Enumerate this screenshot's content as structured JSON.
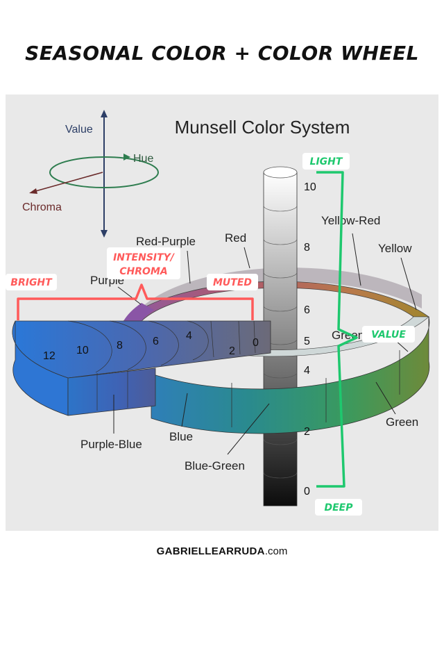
{
  "title": "SEASONAL COLOR + COLOR WHEEL",
  "diagram": {
    "heading": "Munsell Color System",
    "axis_legend": {
      "value": "Value",
      "hue": "Hue",
      "chroma": "Chroma"
    },
    "hues": [
      "Red-Purple",
      "Red",
      "Yellow-Red",
      "Yellow",
      "Purple",
      "Purple-Blue",
      "Blue",
      "Blue-Green",
      "Green",
      "Green-Yellow"
    ],
    "chroma_steps": [
      "12",
      "10",
      "8",
      "6",
      "4",
      "2",
      "0"
    ],
    "value_steps": [
      "10",
      "8",
      "6",
      "5",
      "4",
      "2",
      "0"
    ],
    "overlays": {
      "bright": "BRIGHT",
      "intensity_line1": "INTENSITY/",
      "intensity_line2": "CHROMA",
      "muted": "MUTED",
      "light": "LIGHT",
      "value": "VALUE",
      "deep": "DEEP"
    },
    "colors": {
      "bright_muted_red": "#ff5a5a",
      "value_green": "#1ec86e"
    }
  },
  "footer": {
    "brand": "GABRIELLEARRUDA",
    "suffix": ".com"
  }
}
